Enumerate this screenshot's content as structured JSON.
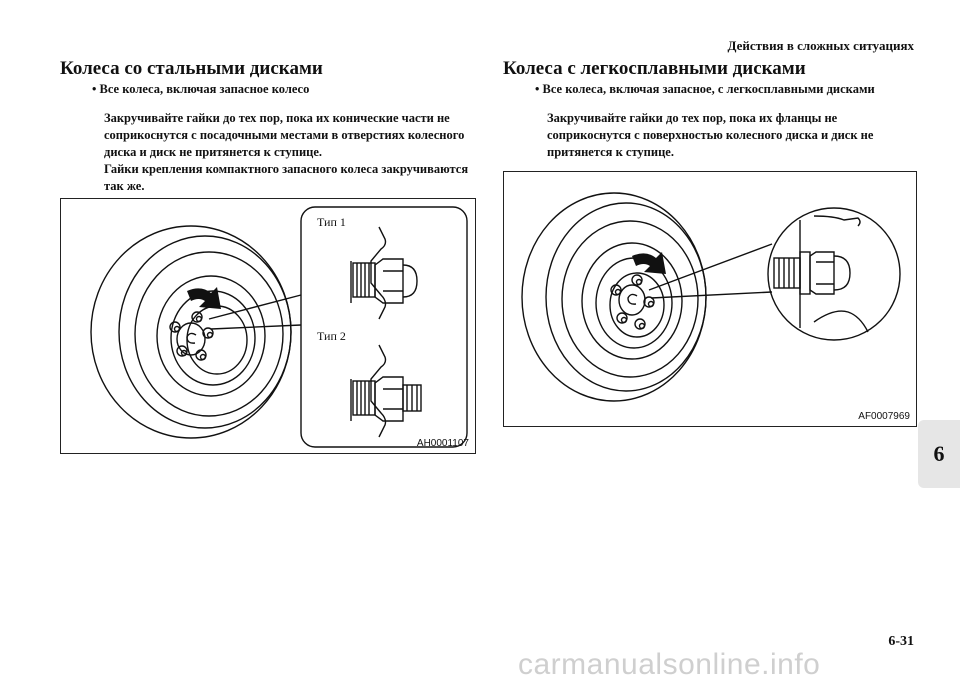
{
  "header": {
    "section_title": "Действия в сложных ситуациях"
  },
  "left": {
    "title": "Колеса со стальными дисками",
    "bullet": "• Все колеса, включая запасное колесо",
    "paragraphs": [
      "Закручивайте гайки до тех пор, пока их конические части не соприкоснутся с посадочными местами в отверстиях колесного диска и диск не притянется к ступице.",
      "Гайки крепления компактного запасного колеса закручиваются так же."
    ],
    "figure": {
      "code": "AH0001107",
      "type1": "Тип 1",
      "type2": "Тип 2"
    }
  },
  "right": {
    "title": "Колеса с легкосплавными дисками",
    "bullet": "• Все колеса, включая запасное, с легкосплавными дисками",
    "paragraphs": [
      "Закручивайте гайки до тех пор, пока их фланцы не соприкоснутся с поверхностью колесного диска и диск не притянется к ступице."
    ],
    "figure": {
      "code": "AF0007969"
    }
  },
  "chapter_tab": "6",
  "page_number": "6-31",
  "watermark": "carmanualsonline.info"
}
